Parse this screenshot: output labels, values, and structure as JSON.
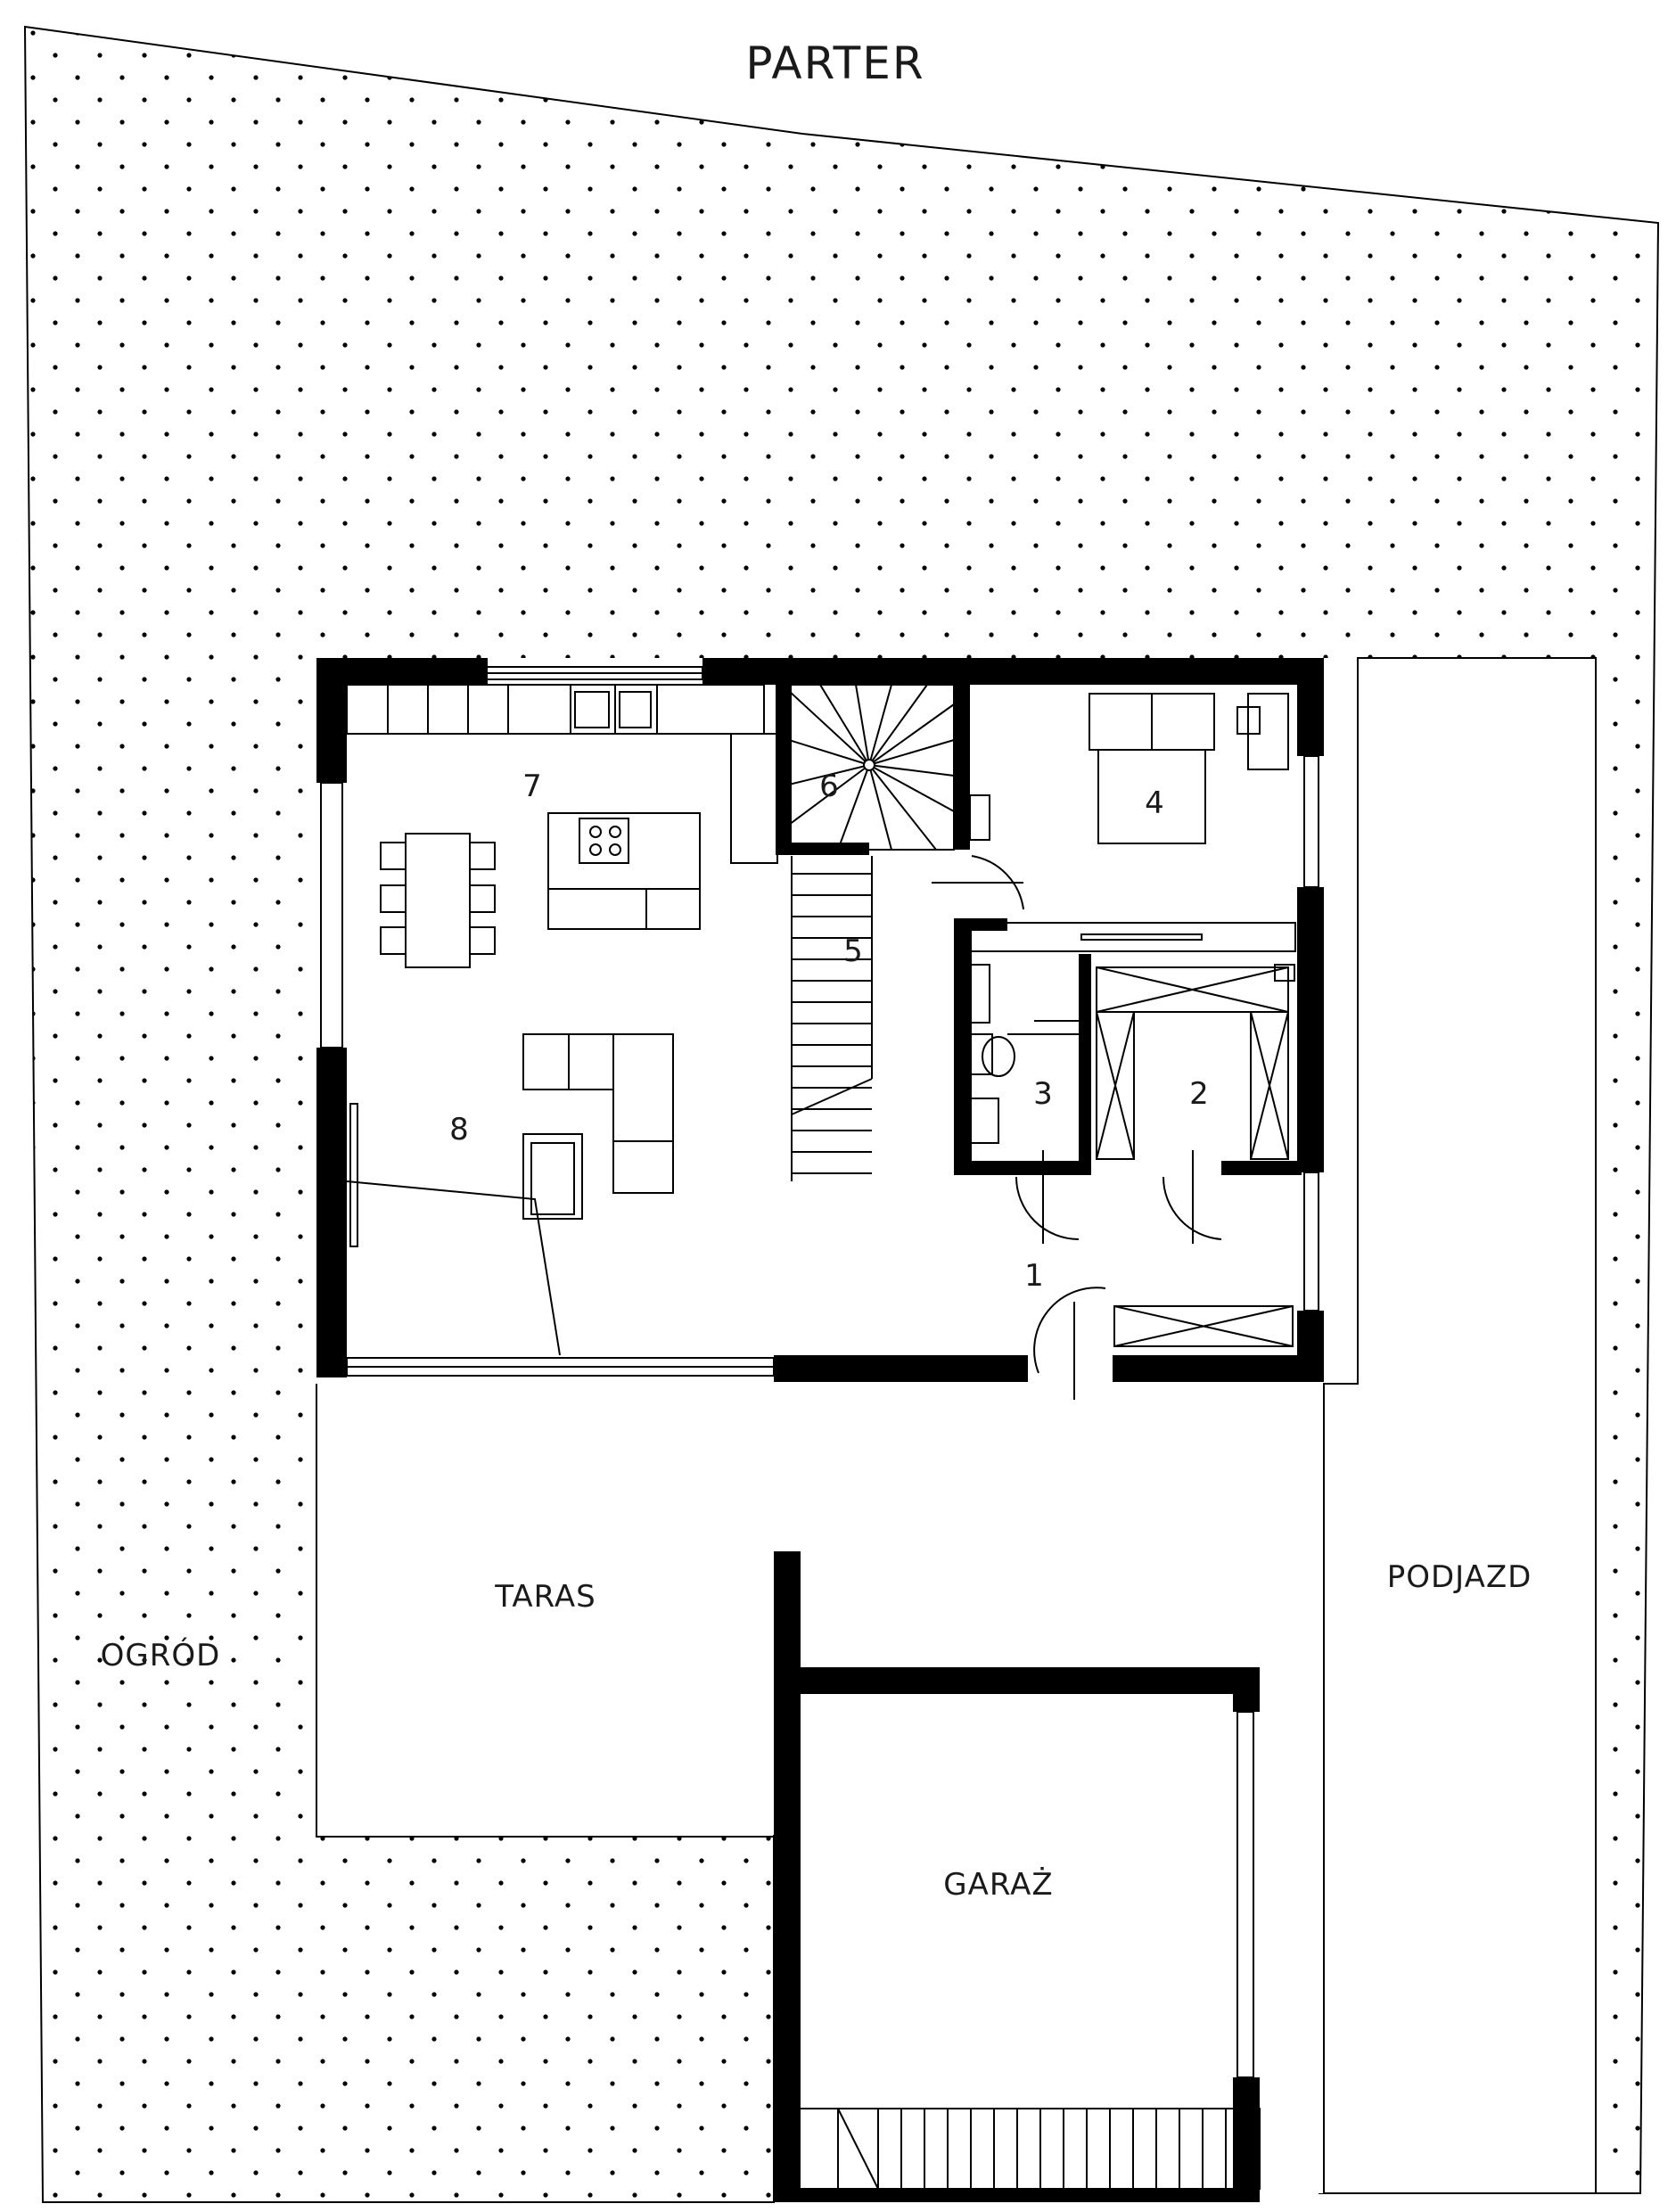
{
  "title": "PARTER",
  "areas": {
    "ogrod": "OGRÓD",
    "taras": "TARAS",
    "podjazd": "PODJAZD",
    "garaz": "GARAŻ"
  },
  "rooms": [
    "1",
    "2",
    "3",
    "4",
    "5",
    "6",
    "7",
    "8"
  ],
  "colors": {
    "wall": "#000000",
    "line": "#000000",
    "background": "#ffffff",
    "dots": "#000000"
  }
}
